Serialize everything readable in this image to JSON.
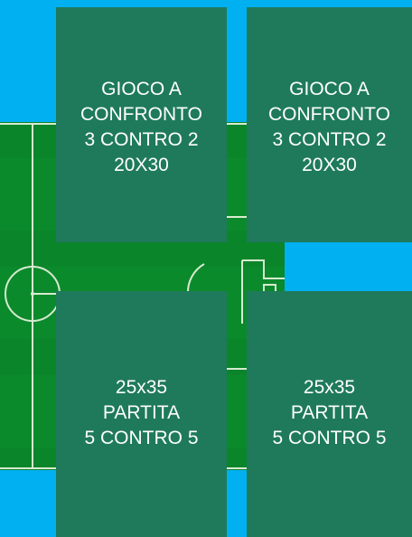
{
  "colors": {
    "sky": "#00b0f0",
    "grass": "#0b8a2c",
    "lines": "#d8ead0",
    "card": "#1f7a5c",
    "text": "#ffffff"
  },
  "cards": [
    {
      "lines": [
        "GIOCO A",
        "CONFRONTO",
        "3 CONTRO 2",
        "20X30"
      ]
    },
    {
      "lines": [
        "GIOCO A",
        "CONFRONTO",
        "3 CONTRO 2",
        "20X30"
      ]
    },
    {
      "lines": [
        "25x35",
        "PARTITA",
        "5 CONTRO 5"
      ]
    },
    {
      "lines": [
        "25x35",
        "PARTITA",
        "5 CONTRO 5"
      ]
    }
  ]
}
